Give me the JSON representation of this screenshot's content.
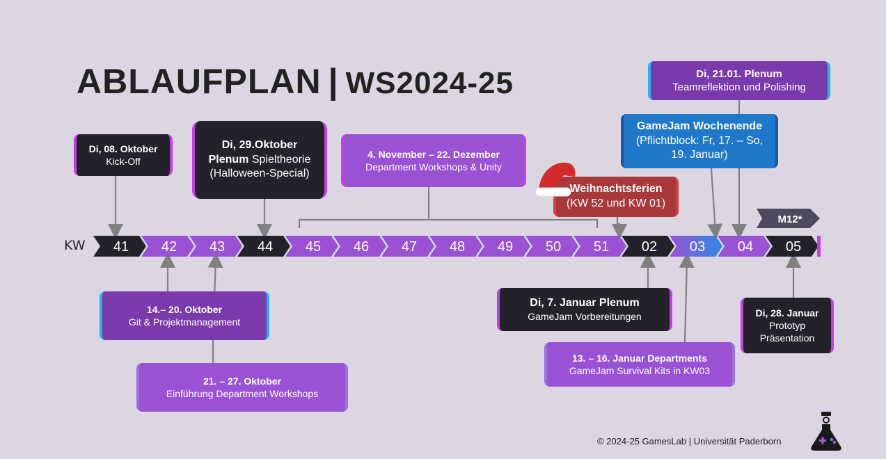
{
  "header": {
    "title": "ABLAUFPLAN",
    "separator": "|",
    "subtitle": "WS2024-25"
  },
  "timeline": {
    "axis_label": "KW",
    "weeks": [
      "41",
      "42",
      "43",
      "44",
      "45",
      "46",
      "47",
      "48",
      "49",
      "50",
      "51",
      "02",
      "03",
      "04",
      "05"
    ],
    "week_kinds": [
      "dark",
      "purple",
      "purple",
      "dark",
      "purple",
      "purple",
      "purple",
      "purple",
      "purple",
      "purple",
      "purple",
      "dark",
      "purple",
      "purple",
      "dark"
    ],
    "badge": "M12*"
  },
  "events": {
    "kickoff": {
      "line1": "Di, 08. Oktober",
      "line2": "Kick-Off"
    },
    "plenum1": {
      "line1": "Di, 29.Oktober",
      "line2a": "Plenum",
      "line2b": " Spieltheorie",
      "line3": "(Halloween-Special)"
    },
    "workshops": {
      "line1": "4. November – 22. Dezember",
      "line2": "Department Workshops & Unity"
    },
    "weihnacht": {
      "line1": "Weihnachtsferien",
      "line2": "(KW 52 und KW 01)"
    },
    "gamejam": {
      "line1": "GameJam Wochenende",
      "line2": "(Pflichtblock: Fr, 17. – So,",
      "line3": "19. Januar)"
    },
    "plenum_jan21": {
      "line1": "Di, 21.01. Plenum",
      "line2": "Teamreflektion und Polishing"
    },
    "git": {
      "line1": "14.– 20. Oktober",
      "line2": "Git & Projektmanagement"
    },
    "intro": {
      "line1": "21. – 27. Oktober",
      "line2": "Einführung Department Workshops"
    },
    "plenum_jan7": {
      "line1": "Di, 7. Januar Plenum",
      "line2": "GameJam Vorbereitungen"
    },
    "departments": {
      "line1": "13. – 16. Januar Departments",
      "line2": "GameJam Survival Kits in KW03"
    },
    "prototyp": {
      "line1": "Di, 28. Januar",
      "line2": "Prototyp",
      "line3": "Präsentation"
    }
  },
  "footer": {
    "copyright": "© 2024-25 GamesLab | Universität Paderborn"
  },
  "colors": {
    "background": "#dcd6e2",
    "dark": "#232129",
    "purple": "#9a52d4",
    "deep_purple": "#7a3aab",
    "blue": "#1f78c9",
    "red": "#a8383c",
    "connector": "#808080"
  },
  "icons": [
    "santa-hat-icon",
    "gameslab-flask-icon"
  ]
}
